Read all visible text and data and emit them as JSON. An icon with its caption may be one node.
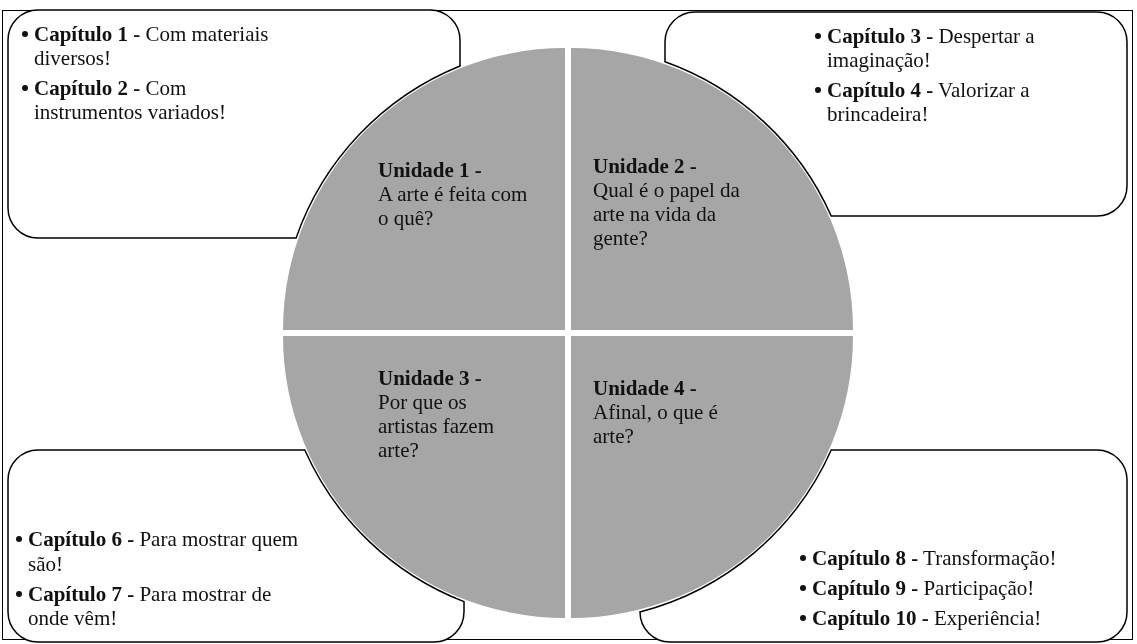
{
  "diagram": {
    "nodes": [
      {
        "text": [
          "**Capítulo 1 -** Com materiais diversos!",
          "**Capítulo 2 -** Com instrumentos variados!"
        ]
      },
      {
        "text": [
          "**Capítulo 3 -** Despertar a imaginação!",
          "**Capítulo 4 -** Valorizar a brincadeira!"
        ]
      },
      {
        "text": [
          "Unidade 1 -",
          "A arte é feita com o quê?"
        ]
      },
      {
        "text": [
          "Unidade 2 -",
          "Qual é o papel da arte na vida da gente?"
        ]
      },
      {
        "text": [
          "Unidade 3 -",
          "Por que os artistas fazem arte?"
        ]
      },
      {
        "text": [
          "Unidade 4 -",
          "Afinal, o que é arte?"
        ]
      },
      {
        "text": [
          "**Capítulo 6 -** Para mostrar quem são!",
          "**Capítulo 7 -** Para mostrar de onde vêm!"
        ]
      },
      {
        "text": [
          "**Capítulo 8 -** Transformação!",
          "**Capítulo 9 -** Participação!",
          "**Capítulo 10 -** Experiência!"
        ]
      }
    ],
    "edges": []
  }
}
